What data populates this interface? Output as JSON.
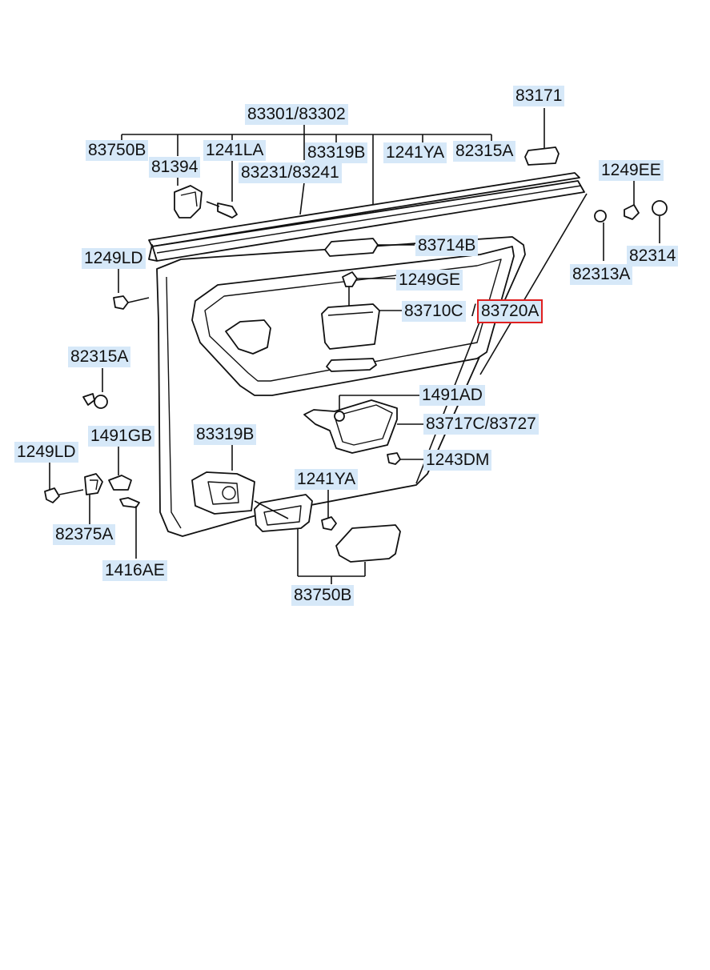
{
  "labels": {
    "p83301": "83301",
    "p83302": "83302",
    "p83171": "83171",
    "p83750b_top": "83750B",
    "p81394": "81394",
    "p1241la": "1241LA",
    "p83319b_top": "83319B",
    "p1241ya_top": "1241YA",
    "p82315a_top": "82315A",
    "p83231": "83231",
    "p83241": "83241",
    "p1249ee": "1249EE",
    "p82314": "82314",
    "p82313a": "82313A",
    "p1249ld_top": "1249LD",
    "p83714b": "83714B",
    "p1249ge": "1249GE",
    "p83710c": "83710C",
    "p83720a": "83720A",
    "p82315a_left": "82315A",
    "p1491ad": "1491AD",
    "p83717c": "83717C",
    "p83727": "83727",
    "p83319b_mid": "83319B",
    "p1491gb": "1491GB",
    "p1249ld_left": "1249LD",
    "p1243dm": "1243DM",
    "p1241ya_mid": "1241YA",
    "p82375a": "82375A",
    "p1416ae": "1416AE",
    "p83750b_bottom": "83750B"
  },
  "separator": "/",
  "highlight_color": "#e02020",
  "label_bg_color": "#d6e8f8"
}
